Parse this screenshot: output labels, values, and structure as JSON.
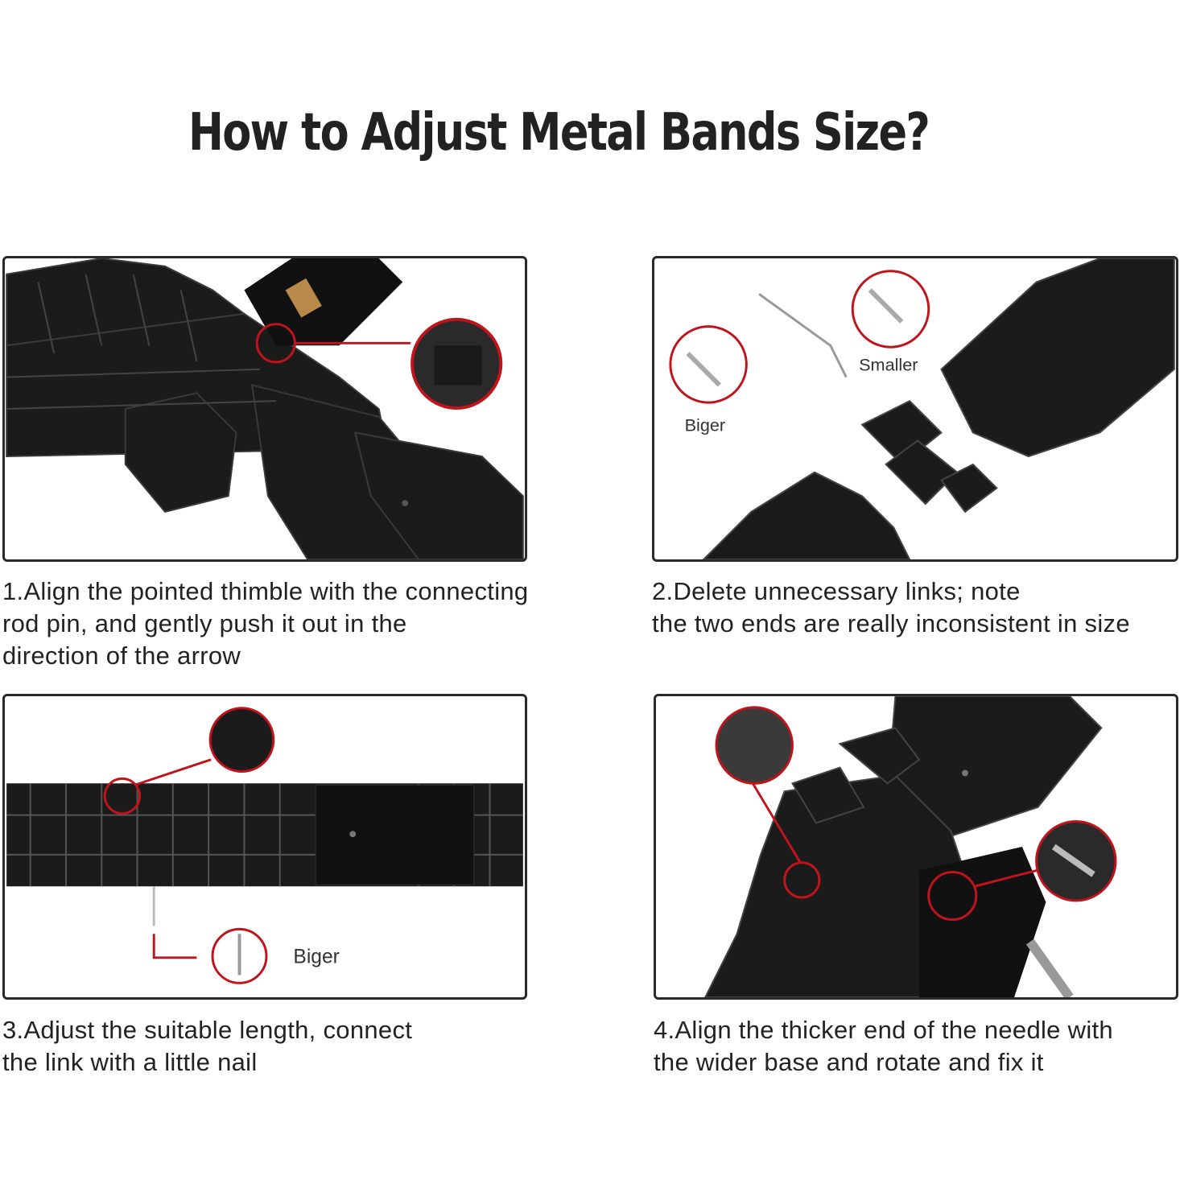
{
  "title": "How to Adjust Metal Bands Size?",
  "accent_color": "#c0141c",
  "band_color": "#1a1a1a",
  "steps": [
    {
      "lines": [
        "1.Align the pointed thimble with the connecting",
        "rod pin, and gently push it out in the",
        "direction of the arrow"
      ]
    },
    {
      "labels": {
        "smaller": "Smaller",
        "bigger": "Biger"
      },
      "lines": [
        "2.Delete unnecessary links; note",
        "the two ends are really inconsistent in size"
      ]
    },
    {
      "labels": {
        "bigger": "Biger"
      },
      "lines": [
        "3.Adjust the suitable length, connect",
        "the link with a little nail"
      ]
    },
    {
      "lines": [
        "4.Align the thicker end of the needle with",
        "the wider base and rotate and fix it"
      ]
    }
  ]
}
